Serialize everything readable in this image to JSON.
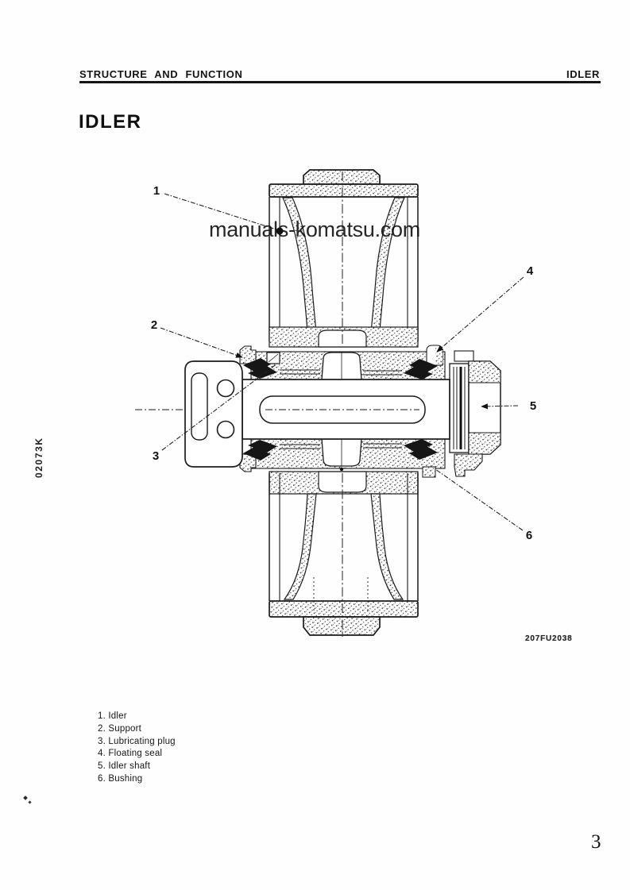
{
  "page": {
    "header": {
      "left": "STRUCTURE AND FUNCTION",
      "right": "IDLER"
    },
    "title": "IDLER",
    "side_code": "02073K",
    "page_number": "3"
  },
  "watermark": "manuals-komatsu.com",
  "figure": {
    "code": "207FU2038",
    "callouts": [
      "1",
      "2",
      "3",
      "4",
      "5",
      "6"
    ]
  },
  "legend": {
    "items": [
      "1. Idler",
      "2. Support",
      "3. Lubricating plug",
      "4. Floating seal",
      "5. Idler shaft",
      "6. Bushing"
    ]
  }
}
